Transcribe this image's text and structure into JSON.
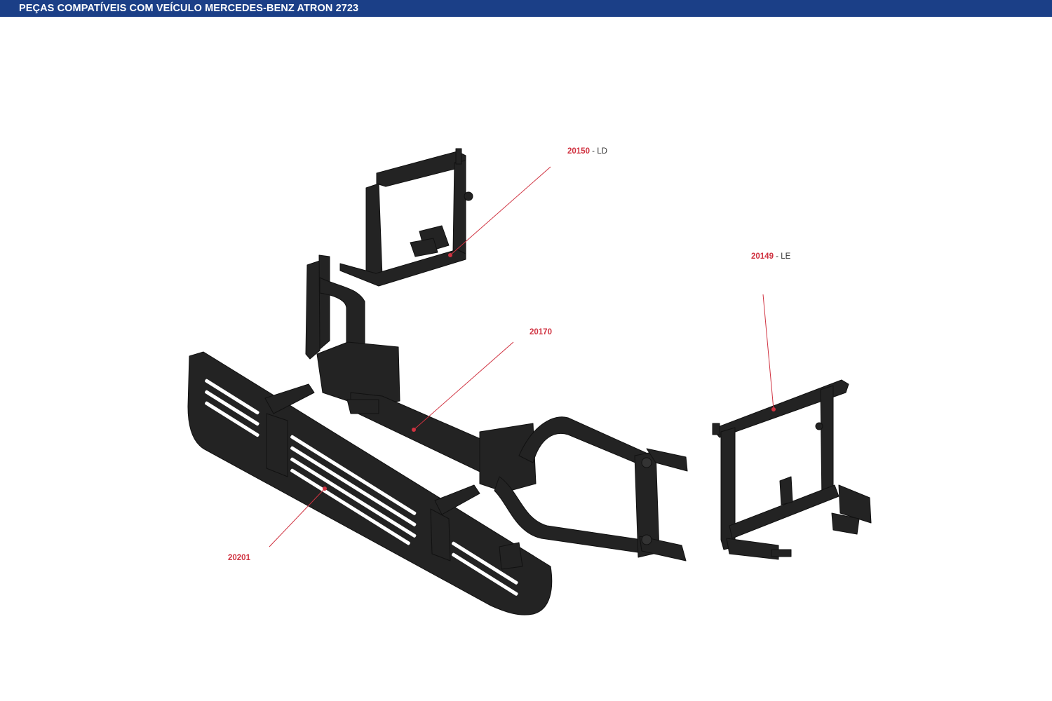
{
  "header": {
    "title": "PEÇAS COMPATÍVEIS COM VEÍCULO MERCEDES-BENZ ATRON 2723"
  },
  "colors": {
    "header_bg": "#1b3f87",
    "part_code": "#d03240",
    "leader_line": "#d03240",
    "part_fill": "#232323"
  },
  "callouts": [
    {
      "code": "20150",
      "side": " - LD"
    },
    {
      "code": "20149",
      "side": " - LE"
    },
    {
      "code": "20170",
      "side": ""
    },
    {
      "code": "20201",
      "side": ""
    }
  ]
}
